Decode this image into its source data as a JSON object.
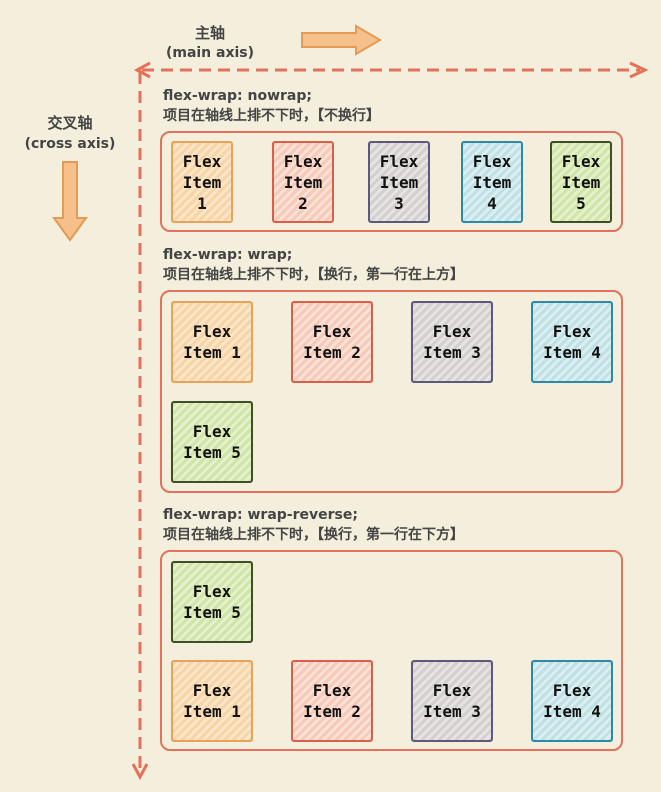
{
  "main_axis": {
    "label": "主轴",
    "sublabel": "(main axis)"
  },
  "cross_axis": {
    "label": "交叉轴",
    "sublabel": "(cross axis)"
  },
  "colors": {
    "axis": "#e2725b",
    "arrow_fill": "#f6c08a",
    "container_border": "#e2725b",
    "background": "#f4efdc"
  },
  "sections": [
    {
      "code": "flex-wrap: nowrap;",
      "desc": "项目在轴线上排不下时，【不换行】",
      "items": [
        {
          "line1": "Flex",
          "line2": "Item",
          "line3": "1"
        },
        {
          "line1": "Flex",
          "line2": "Item",
          "line3": "2"
        },
        {
          "line1": "Flex",
          "line2": "Item",
          "line3": "3"
        },
        {
          "line1": "Flex",
          "line2": "Item",
          "line3": "4"
        },
        {
          "line1": "Flex",
          "line2": "Item",
          "line3": "5"
        }
      ]
    },
    {
      "code": "flex-wrap: wrap;",
      "desc": "项目在轴线上排不下时，【换行，第一行在上方】",
      "items": [
        {
          "line1": "Flex",
          "line2": "Item 1"
        },
        {
          "line1": "Flex",
          "line2": "Item 2"
        },
        {
          "line1": "Flex",
          "line2": "Item 3"
        },
        {
          "line1": "Flex",
          "line2": "Item 4"
        },
        {
          "line1": "Flex",
          "line2": "Item 5"
        }
      ]
    },
    {
      "code": "flex-wrap: wrap-reverse;",
      "desc": "项目在轴线上排不下时，【换行，第一行在下方】",
      "items": [
        {
          "line1": "Flex",
          "line2": "Item 5"
        },
        {
          "line1": "Flex",
          "line2": "Item 1"
        },
        {
          "line1": "Flex",
          "line2": "Item 2"
        },
        {
          "line1": "Flex",
          "line2": "Item 3"
        },
        {
          "line1": "Flex",
          "line2": "Item 4"
        }
      ]
    }
  ]
}
